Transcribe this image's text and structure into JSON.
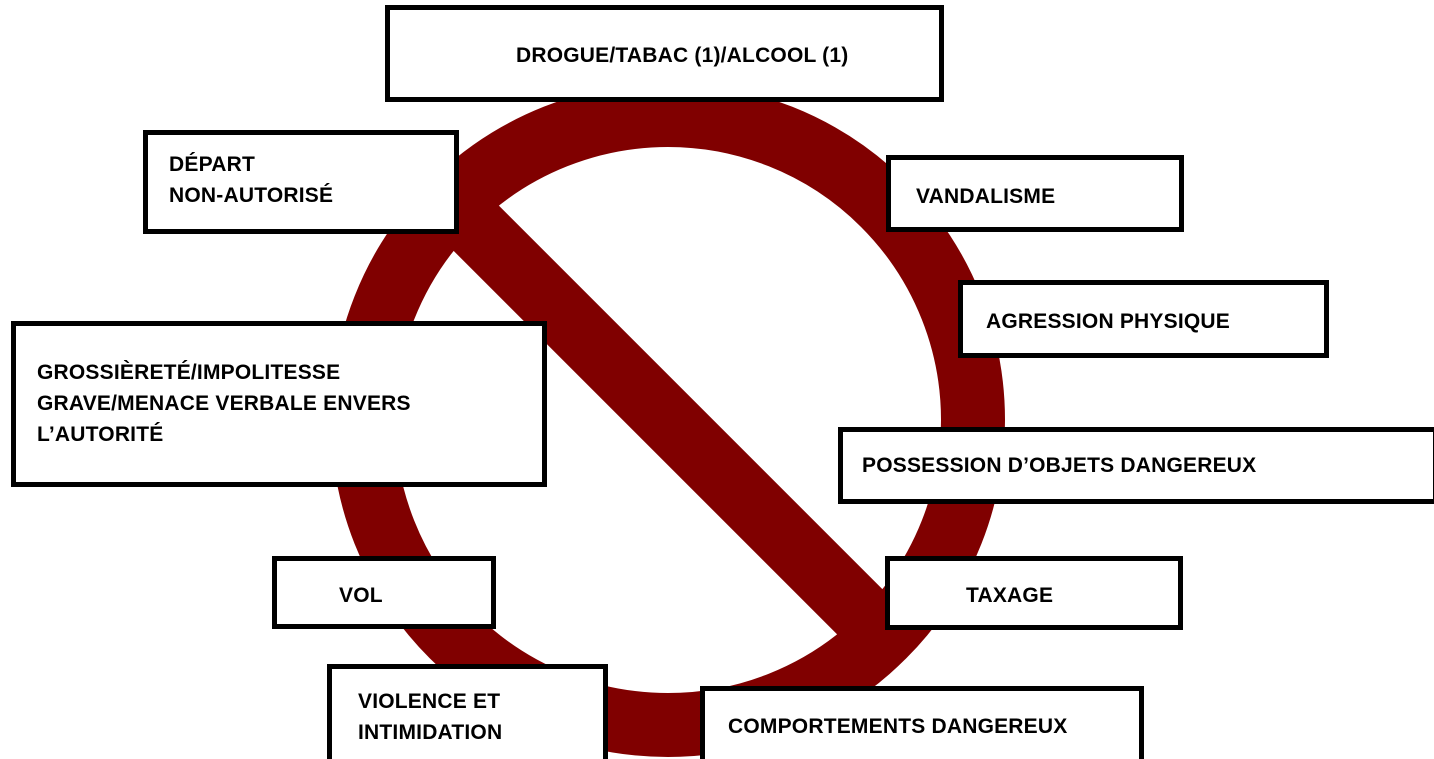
{
  "symbol": {
    "name": "prohibition-sign",
    "color": "#800000",
    "background": "#ffffff"
  },
  "border_color": "#000000",
  "boxes": {
    "drogue": "DROGUE/TABAC (1)/ALCOOL (1)",
    "depart": "DÉPART\nNON-AUTORISÉ",
    "vandalisme": "VANDALISME",
    "agression": "AGRESSION PHYSIQUE",
    "grossierete": "GROSSIÈRETÉ/IMPOLITESSE\nGRAVE/MENACE VERBALE ENVERS\nL’AUTORITÉ",
    "possession": "POSSESSION D’OBJETS DANGEREUX",
    "vol": "VOL",
    "taxage": "TAXAGE",
    "violence": "VIOLENCE ET\nINTIMIDATION",
    "comportements": "COMPORTEMENTS DANGEREUX"
  }
}
